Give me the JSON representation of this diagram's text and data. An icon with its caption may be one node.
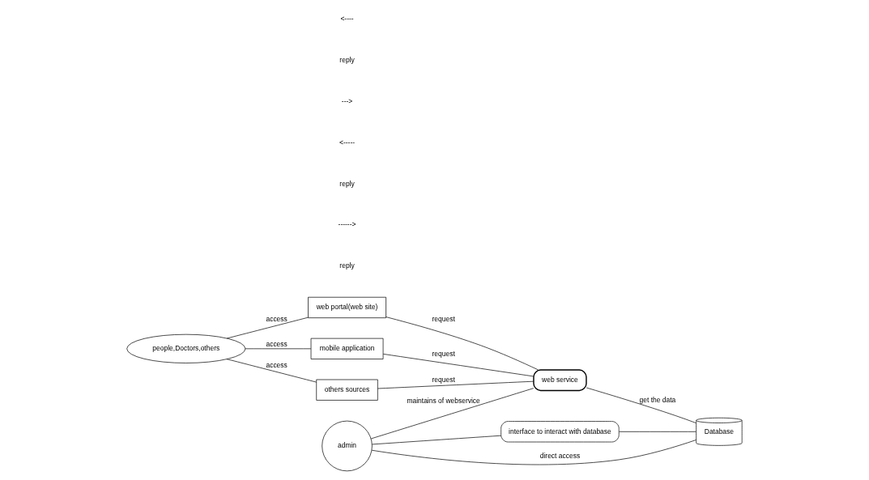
{
  "diagram": {
    "nodes": [
      {
        "text": [
          "people,Doctors,others"
        ]
      },
      {
        "text": [
          "web portal(web site)"
        ]
      },
      {
        "text": [
          "mobile application"
        ]
      },
      {
        "text": [
          "others sources"
        ]
      },
      {
        "text": [
          "web service"
        ]
      },
      {
        "text": [
          "admin"
        ]
      },
      {
        "text": [
          "interface to interact with database"
        ]
      },
      {
        "text": [
          "Database"
        ]
      }
    ],
    "edges": [
      {
        "from": 0,
        "to": 1,
        "arrow": "none",
        "label": "access"
      },
      {
        "from": 0,
        "to": 2,
        "arrow": "none",
        "label": "access"
      },
      {
        "from": 0,
        "to": 3,
        "arrow": "none",
        "label": "access"
      },
      {
        "from": 1,
        "to": 4,
        "arrow": "none",
        "label": "request"
      },
      {
        "from": 2,
        "to": 4,
        "arrow": "none",
        "label": "request"
      },
      {
        "from": 3,
        "to": 4,
        "arrow": "none",
        "label": "request"
      },
      {
        "from": 5,
        "to": 4,
        "arrow": "none",
        "label": "maintains of webservice"
      },
      {
        "from": 5,
        "to": 7,
        "arrow": "none",
        "label": "direct access"
      },
      {
        "from": 5,
        "to": 6,
        "arrow": "none"
      },
      {
        "from": 6,
        "to": 7,
        "arrow": "none"
      },
      {
        "from": 4,
        "to": 7,
        "arrow": "none",
        "label": "get the data"
      }
    ],
    "labels": [
      "reply",
      "------>",
      "reply",
      "<-----",
      "--->",
      "reply",
      "<----"
    ]
  }
}
